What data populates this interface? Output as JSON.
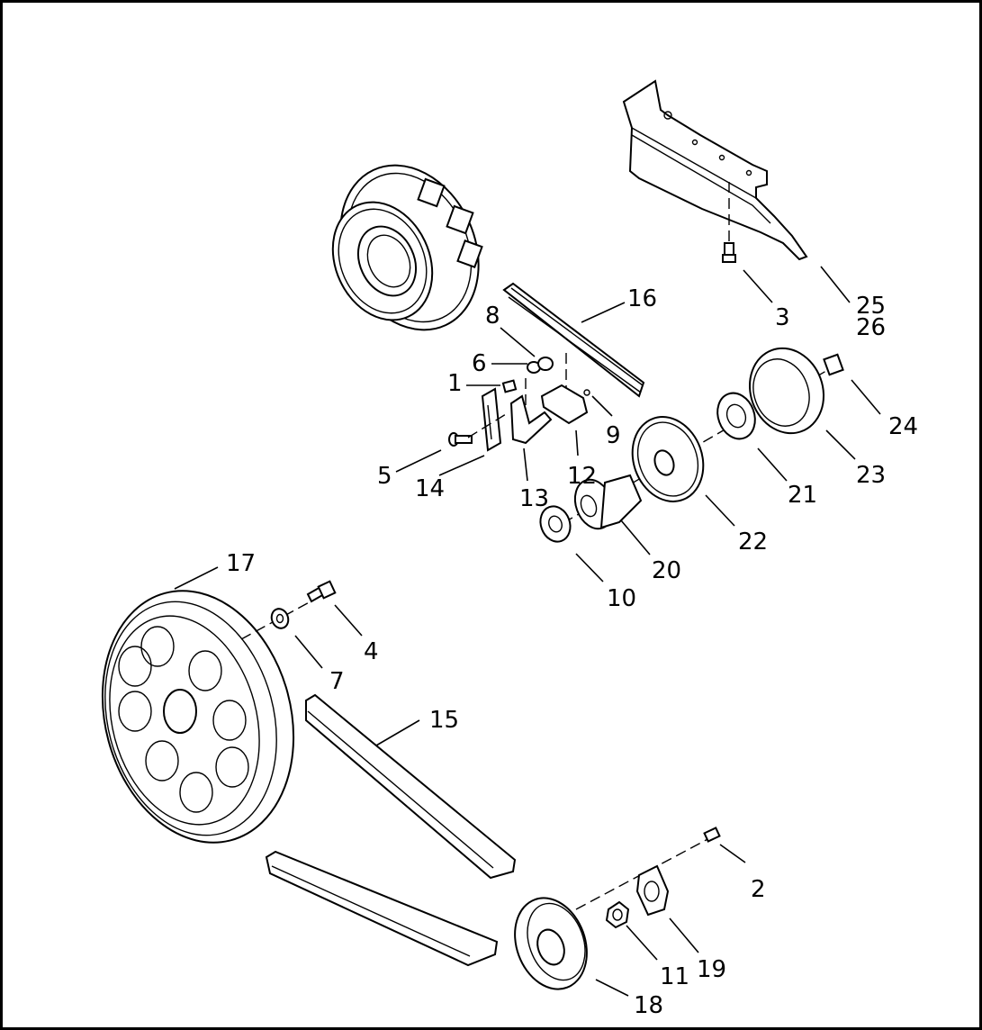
{
  "callouts": [
    {
      "label": "1"
    },
    {
      "label": "2"
    },
    {
      "label": "3"
    },
    {
      "label": "4"
    },
    {
      "label": "5"
    },
    {
      "label": "6"
    },
    {
      "label": "7"
    },
    {
      "label": "8"
    },
    {
      "label": "9"
    },
    {
      "label": "10"
    },
    {
      "label": "11"
    },
    {
      "label": "12"
    },
    {
      "label": "13"
    },
    {
      "label": "14"
    },
    {
      "label": "15"
    },
    {
      "label": "16"
    },
    {
      "label": "17"
    },
    {
      "label": "18"
    },
    {
      "label": "19"
    },
    {
      "label": "20"
    },
    {
      "label": "21"
    },
    {
      "label": "22"
    },
    {
      "label": "23"
    },
    {
      "label": "24"
    },
    {
      "label": "25"
    },
    {
      "label": "26"
    }
  ]
}
